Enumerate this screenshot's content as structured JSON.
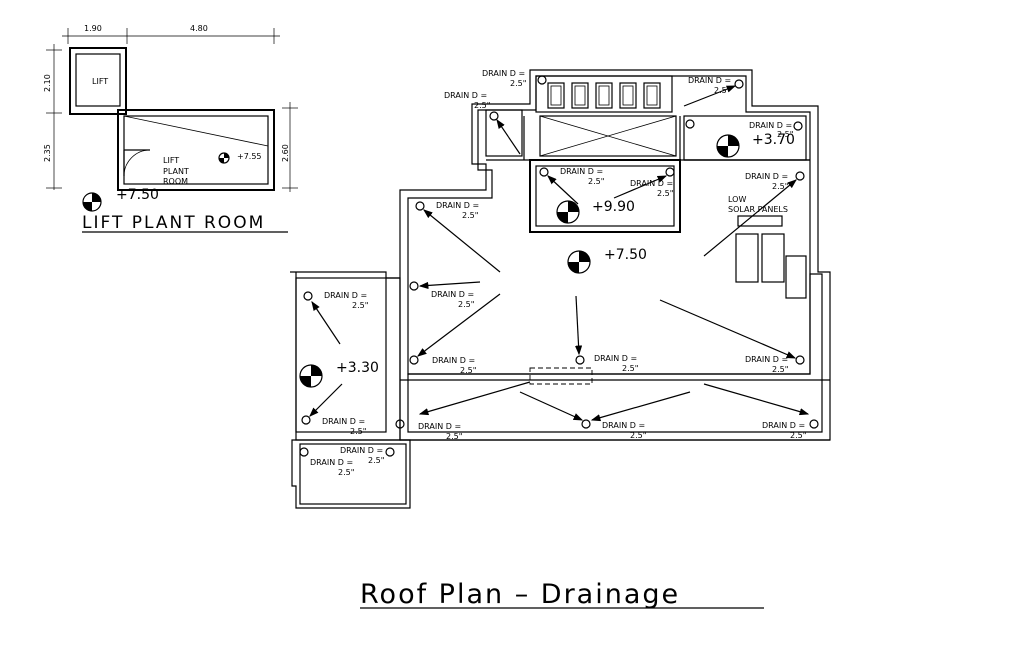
{
  "plan_title": "Roof  Plan – Drainage",
  "inset": {
    "title": "LIFT  PLANT  ROOM",
    "dim_top_1": "1.90",
    "dim_top_2": "4.80",
    "dim_left_1": "2.10",
    "dim_left_2": "2.35",
    "dim_right": "2.60",
    "lift_label": "LIFT",
    "room_label_1": "LIFT",
    "room_label_2": "PLANT",
    "room_label_3": "ROOM",
    "level_inside": "+7.55",
    "level_outside": "+7.50"
  },
  "levels": {
    "main": "+7.50",
    "upper": "+9.90",
    "right": "+3.70",
    "left": "+3.30"
  },
  "drain": {
    "name": "DRAIN D =",
    "size": "2.5\""
  },
  "solar_label_1": "LOW",
  "solar_label_2": "SOLAR PANELS"
}
